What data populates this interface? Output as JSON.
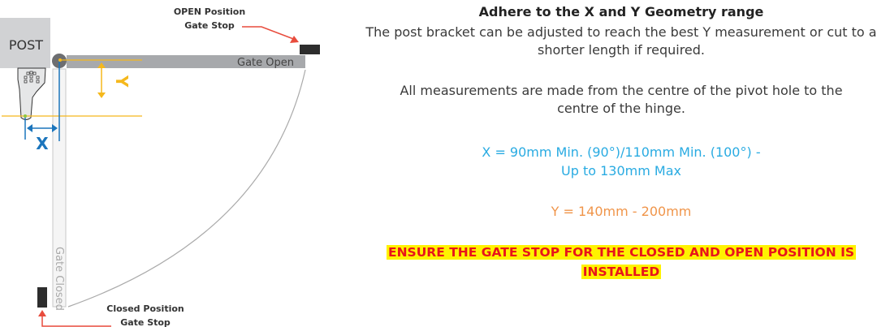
{
  "diagram": {
    "post_label": "POST",
    "gate_open_label": "Gate Open",
    "gate_closed_label": "Gate Closed",
    "open_stop_label": [
      "OPEN Position",
      "Gate Stop"
    ],
    "closed_stop_label": [
      "Closed Position",
      "Gate Stop"
    ],
    "x_label": "X",
    "y_label": "Y",
    "colors": {
      "x_dimension": "#1b75bc",
      "y_dimension": "#f5b81c",
      "arrow": "#e84c3d",
      "gate": "#a7a9ac",
      "stop": "#2d2d2d"
    }
  },
  "text": {
    "title": "Adhere to the X and Y Geometry range",
    "para1": "The post bracket can be adjusted to reach the best Y measurement or cut to a shorter length if required.",
    "para2": "All measurements are made from the centre of the pivot hole to the centre of the hinge.",
    "x_range_line1": "X = 90mm Min. (90°)/110mm Min. (100°) -",
    "x_range_line2": "Up to 130mm Max",
    "y_range": "Y = 140mm - 200mm",
    "warning_line1": "ENSURE THE GATE STOP FOR THE CLOSED AND OPEN POSITION IS",
    "warning_line2": "INSTALLED"
  }
}
